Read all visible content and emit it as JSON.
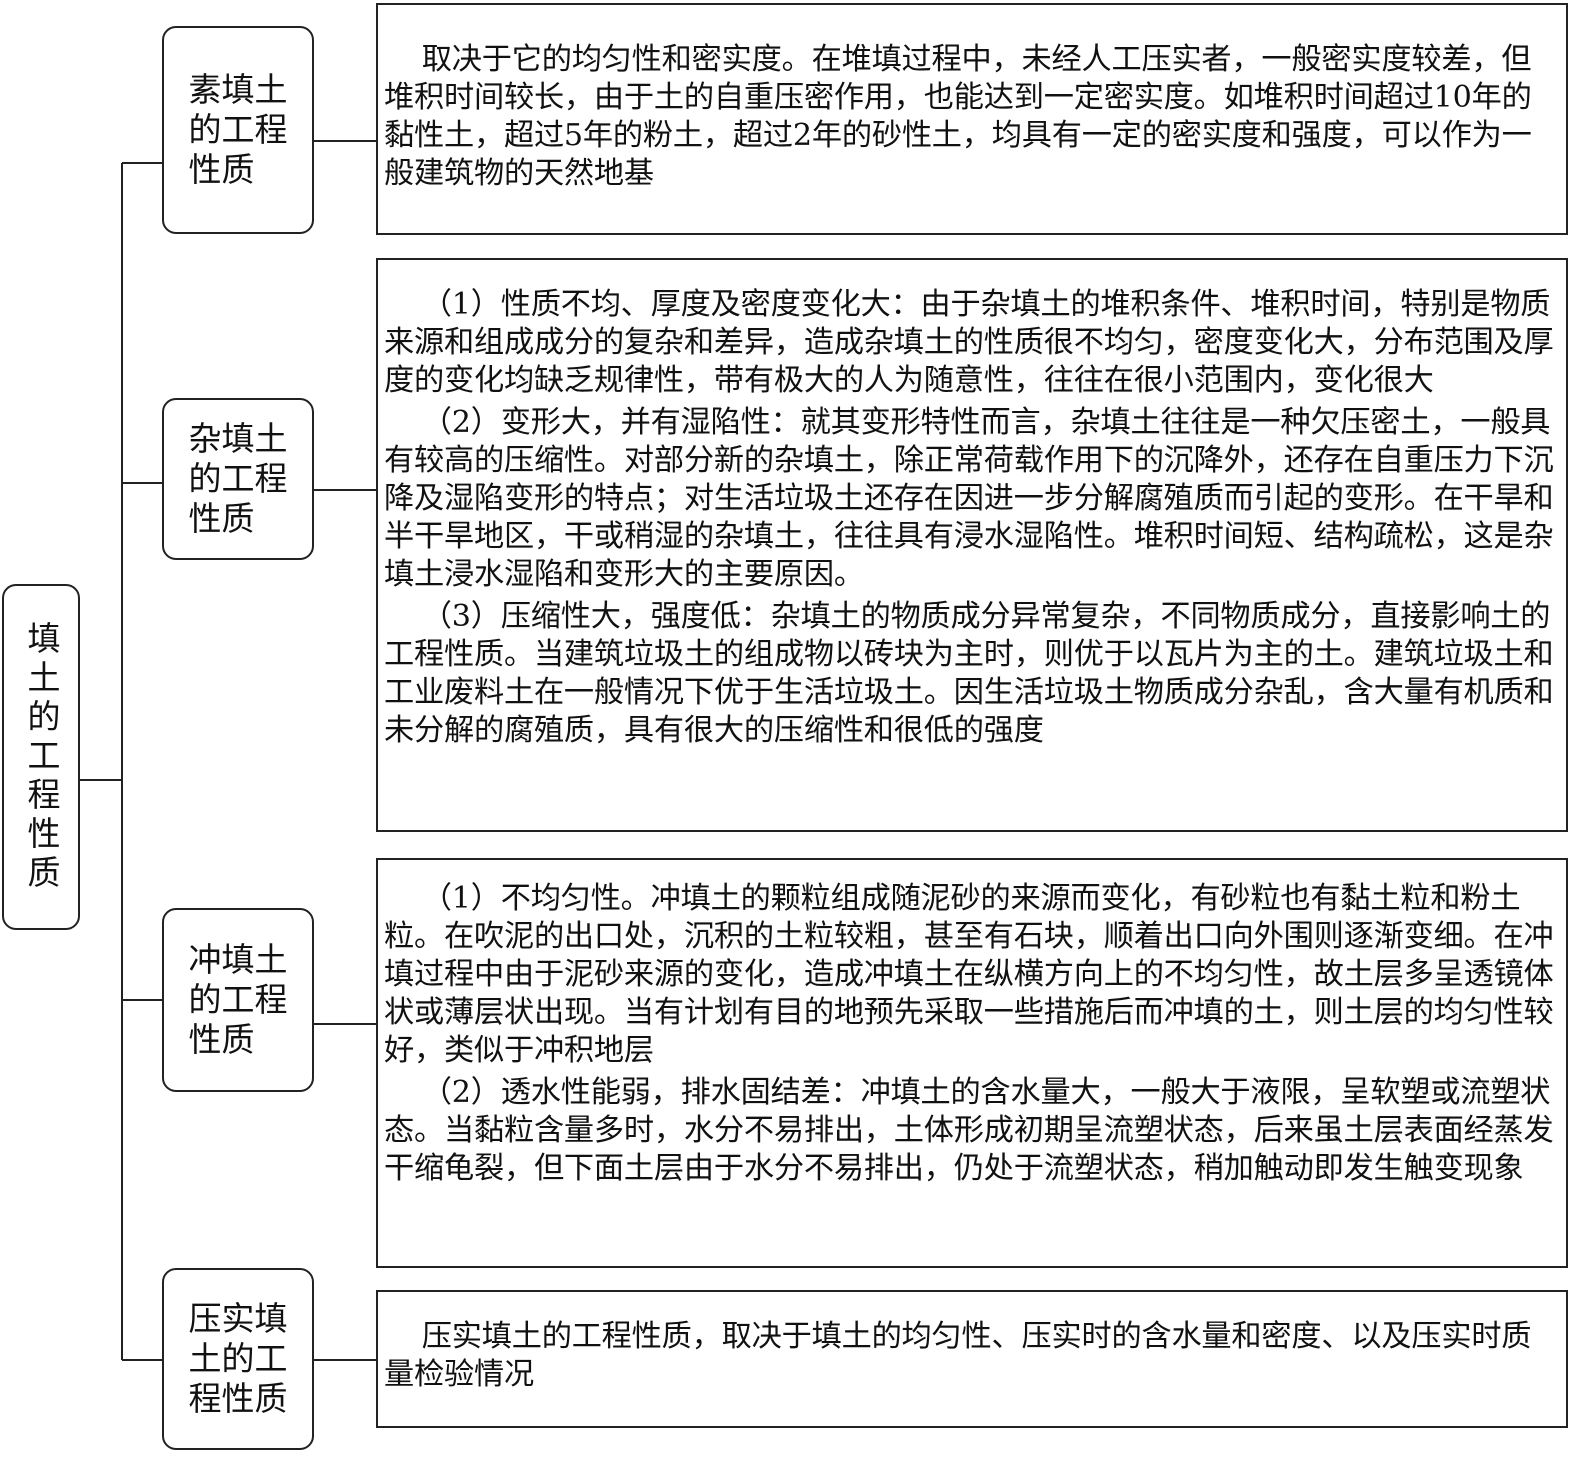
{
  "root": {
    "label": "填土的工程性质"
  },
  "branches": [
    {
      "label": "素填土\n的工程\n性质",
      "paragraphs": [
        "取决于它的均匀性和密实度。在堆填过程中，未经人工压实者，一般密实度较差，但堆积时间较长，由于土的自重压密作用，也能达到一定密实度。如堆积时间超过10年的黏性土，超过5年的粉土，超过2年的砂性土，均具有一定的密实度和强度，可以作为一般建筑物的天然地基"
      ]
    },
    {
      "label": "杂填土\n的工程\n性质",
      "paragraphs": [
        "（1）性质不均、厚度及密度变化大：由于杂填土的堆积条件、堆积时间，特别是物质来源和组成成分的复杂和差异，造成杂填土的性质很不均匀，密度变化大，分布范围及厚度的变化均缺乏规律性，带有极大的人为随意性，往往在很小范围内，变化很大",
        "（2）变形大，并有湿陷性：就其变形特性而言，杂填土往往是一种欠压密土，一般具有较高的压缩性。对部分新的杂填土，除正常荷载作用下的沉降外，还存在自重压力下沉降及湿陷变形的特点；对生活垃圾土还存在因进一步分解腐殖质而引起的变形。在干旱和半干旱地区，干或稍湿的杂填土，往往具有浸水湿陷性。堆积时间短、结构疏松，这是杂填土浸水湿陷和变形大的主要原因。",
        "（3）压缩性大，强度低：杂填土的物质成分异常复杂，不同物质成分，直接影响土的工程性质。当建筑垃圾土的组成物以砖块为主时，则优于以瓦片为主的土。建筑垃圾土和工业废料土在一般情况下优于生活垃圾土。因生活垃圾土物质成分杂乱，含大量有机质和未分解的腐殖质，具有很大的压缩性和很低的强度"
      ]
    },
    {
      "label": "冲填土\n的工程\n性质",
      "paragraphs": [
        "（1）不均匀性。冲填土的颗粒组成随泥砂的来源而变化，有砂粒也有黏土粒和粉土粒。在吹泥的出口处，沉积的土粒较粗，甚至有石块，顺着出口向外围则逐渐变细。在冲填过程中由于泥砂来源的变化，造成冲填土在纵横方向上的不均匀性，故土层多呈透镜体状或薄层状出现。当有计划有目的地预先采取一些措施后而冲填的土，则土层的均匀性较好，类似于冲积地层",
        "（2）透水性能弱，排水固结差：冲填土的含水量大，一般大于液限，呈软塑或流塑状态。当黏粒含量多时，水分不易排出，土体形成初期呈流塑状态，后来虽土层表面经蒸发干缩龟裂，但下面土层由于水分不易排出，仍处于流塑状态，稍加触动即发生触变现象"
      ]
    },
    {
      "label": "压实填\n土的工\n程性质",
      "paragraphs": [
        "压实填土的工程性质，取决于填土的均匀性、压实时的含水量和密度、以及压实时质量检验情况"
      ]
    }
  ]
}
